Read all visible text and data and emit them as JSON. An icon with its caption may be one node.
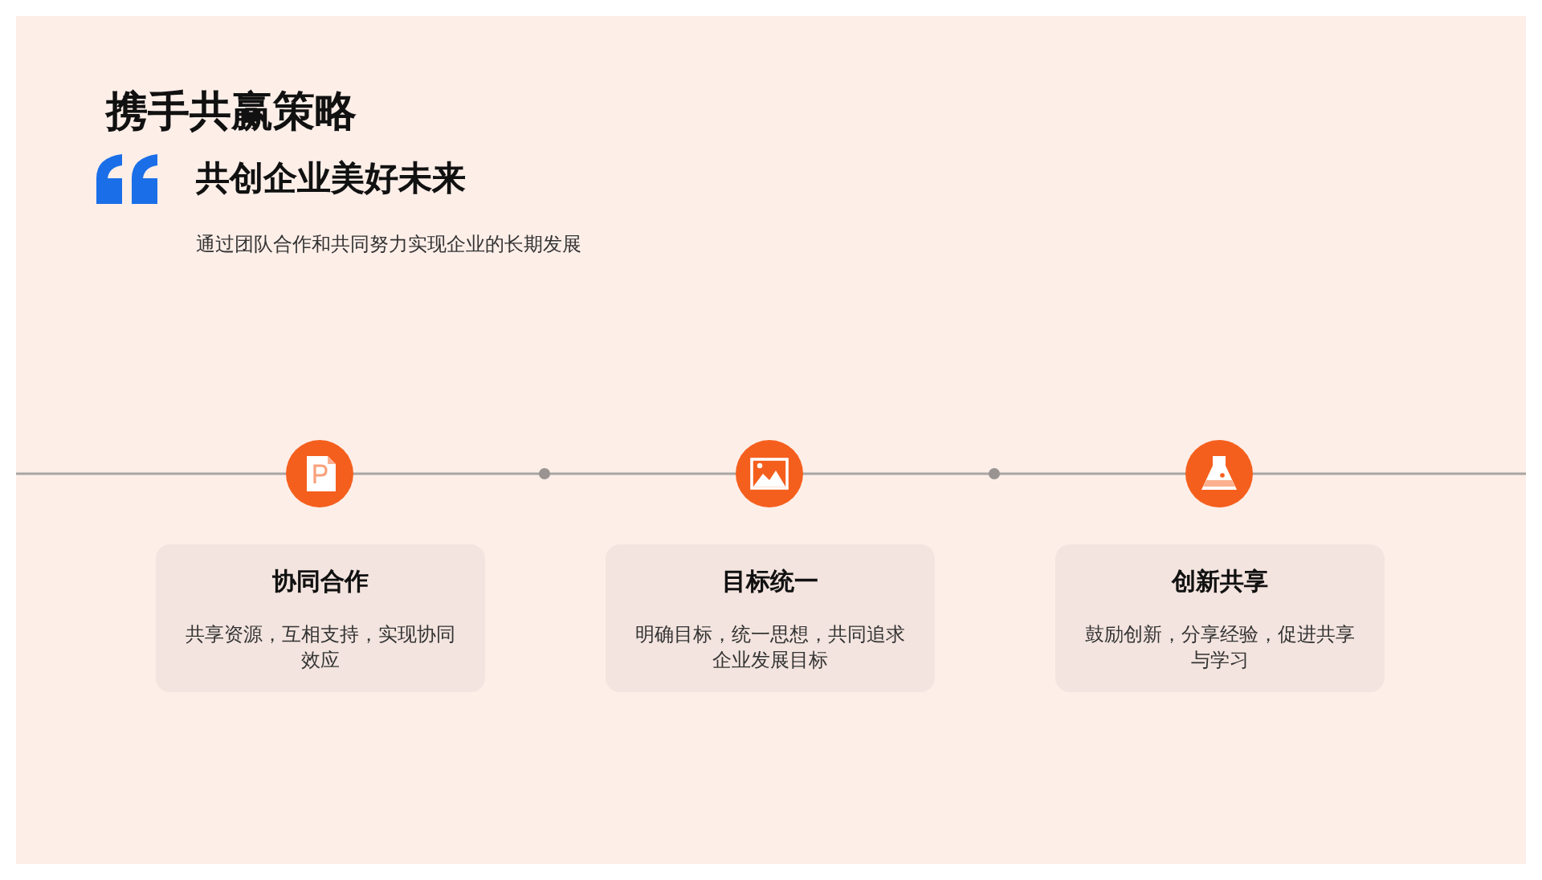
{
  "diagram": {
    "title": "携手共赢策略",
    "nodes": [
      {
        "text": [
          "协同合作",
          "共享资源，互相支持，实现协同效应"
        ]
      },
      {
        "text": [
          "目标统一",
          "明确目标，统一思想，共同追求企业发展目标"
        ]
      },
      {
        "text": [
          "创新共享",
          "鼓励创新，分享经验，促进共享与学习"
        ]
      }
    ],
    "labels": [
      "共创企业美好未来",
      "通过团队合作和共同努力实现企业的长期发展"
    ]
  }
}
